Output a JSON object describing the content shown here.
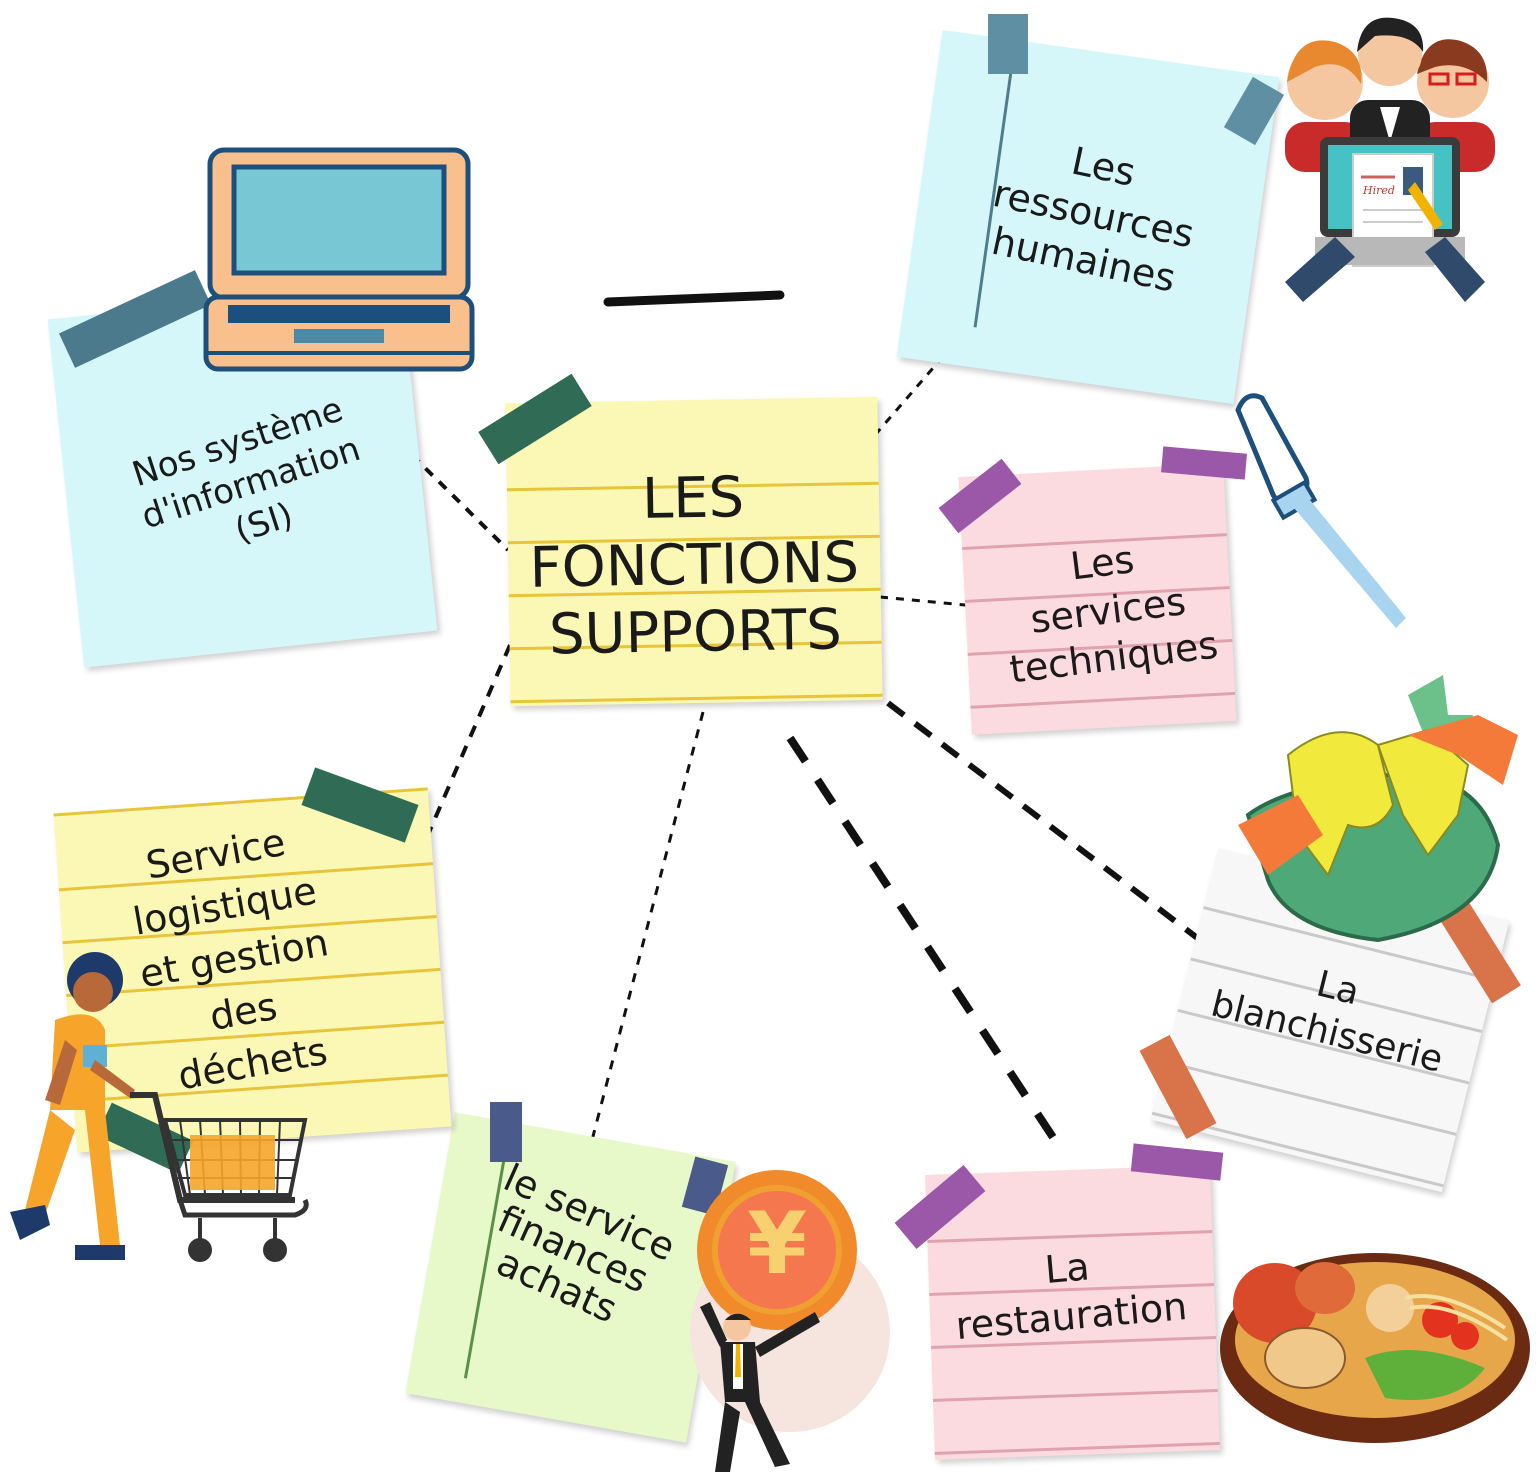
{
  "center": {
    "title_lines": [
      "LES",
      "FONCTIONS",
      "SUPPORTS"
    ]
  },
  "notes": {
    "si": {
      "lines": [
        "Nos système",
        "d'information",
        "(SI)"
      ]
    },
    "rh": {
      "lines": [
        "Les",
        "ressources",
        "humaines"
      ]
    },
    "techniques": {
      "lines": [
        "Les",
        "services",
        "techniques"
      ]
    },
    "blanchisserie": {
      "lines": [
        "La",
        "blanchisserie"
      ]
    },
    "restauration": {
      "lines": [
        "La",
        "restauration"
      ]
    },
    "finances": {
      "lines": [
        "le service",
        "finances",
        "achats"
      ]
    },
    "logistique": {
      "lines": [
        "Service",
        "logistique",
        "et gestion",
        "des",
        "déchets"
      ]
    }
  },
  "illustrations": {
    "coin_symbol": "¥",
    "resume_word": "Hired"
  },
  "colors": {
    "note_blue": "#d5f7fa",
    "note_yellow": "#fbf7b4",
    "note_pink": "#fbdbe0",
    "note_green": "#e8f9c9",
    "note_white": "#f7f7f7",
    "tape_dark_green": "#2f6b55",
    "tape_slate": "#4a7a8c",
    "tape_purple": "#9c58a8",
    "tape_orange": "#d9734a"
  }
}
